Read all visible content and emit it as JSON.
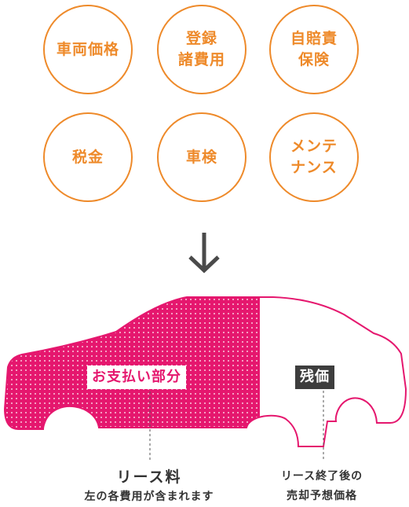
{
  "colors": {
    "circle_accent": "#ee8a2a",
    "payment": "#e5176e",
    "residual_label_bg": "#3d3d3d",
    "arrow": "#4a4a4a"
  },
  "cost_items": [
    {
      "label": "車両価格"
    },
    {
      "label": "登録\n諸費用"
    },
    {
      "label": "自賠責\n保険"
    },
    {
      "label": "税金"
    },
    {
      "label": "車検"
    },
    {
      "label": "メンテ\nナンス"
    }
  ],
  "arrow_icon": "down-arrow",
  "car": {
    "payment_label": "お支払い部分",
    "residual_label": "残価"
  },
  "captions": {
    "lease_fee": "リース料",
    "lease_fee_note": "左の各費用が含まれます",
    "residual_line1": "リース終了後の",
    "residual_line2": "売却予想価格"
  }
}
